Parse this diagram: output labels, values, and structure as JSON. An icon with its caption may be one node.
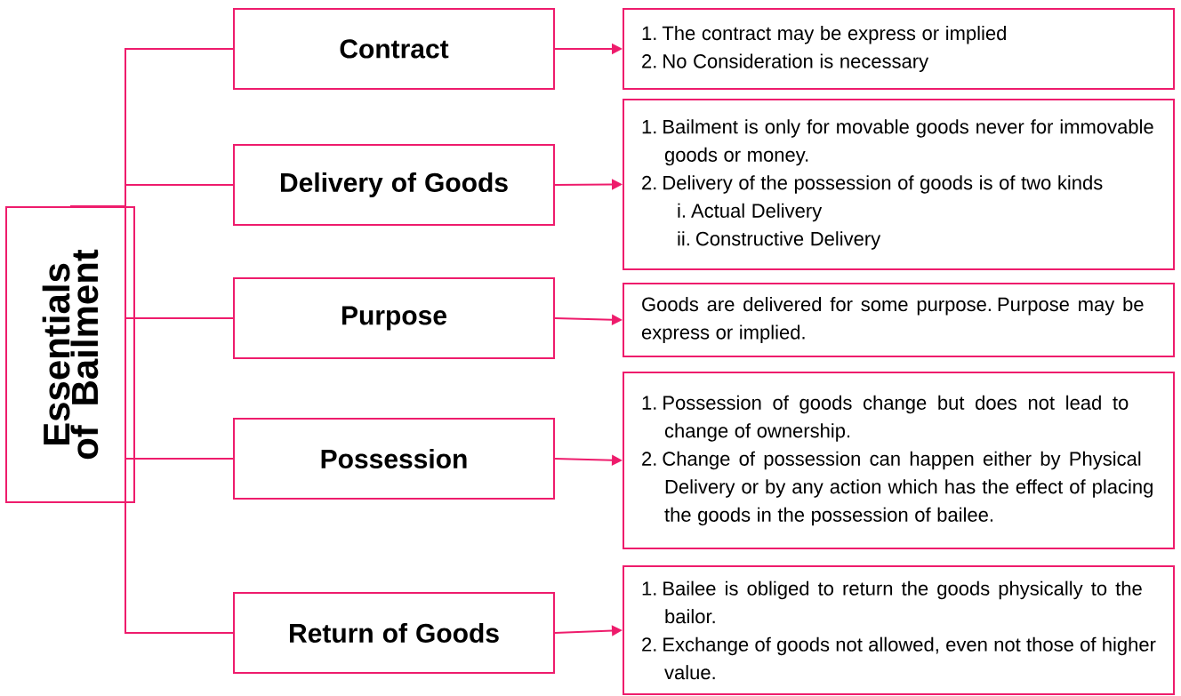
{
  "diagram": {
    "nodes": [
      {
        "text": [
          "Essentials of Bailment"
        ]
      },
      {
        "text": [
          "Contract"
        ]
      },
      {
        "text": [
          "1. The contract may be express or implied",
          "2. No Consideration is necessary"
        ]
      },
      {
        "text": [
          "Delivery of Goods"
        ]
      },
      {
        "text": [
          "1. Bailment is only for movable goods never for immovable goods or money.",
          "2. Delivery of the possession of goods is of two kinds",
          "i. Actual Delivery",
          "ii. Constructive Delivery"
        ]
      },
      {
        "text": [
          "Purpose"
        ]
      },
      {
        "text": [
          "Goods are delivered for some purpose. Purpose may be express or implied."
        ]
      },
      {
        "text": [
          "Possession"
        ]
      },
      {
        "text": [
          "1. Possession of goods change but does not lead to change of ownership.",
          "2. Change of possession can happen either by Physical Delivery or by any action which has the effect of placing the goods in the possession of bailee."
        ]
      },
      {
        "text": [
          "Return of Goods"
        ]
      },
      {
        "text": [
          "1. Bailee is obliged to return the goods physically to the bailor.",
          "2. Exchange of goods not allowed, even not those of higher value."
        ]
      }
    ],
    "edges": [
      {
        "from": 0,
        "to": 1,
        "arrow": "none"
      },
      {
        "from": 0,
        "to": 3,
        "arrow": "none"
      },
      {
        "from": 0,
        "to": 5,
        "arrow": "none"
      },
      {
        "from": 0,
        "to": 7,
        "arrow": "none"
      },
      {
        "from": 0,
        "to": 9,
        "arrow": "none"
      },
      {
        "from": 1,
        "to": 2,
        "arrow": "to"
      },
      {
        "from": 3,
        "to": 4,
        "arrow": "to"
      },
      {
        "from": 5,
        "to": 6,
        "arrow": "to"
      },
      {
        "from": 7,
        "to": 8,
        "arrow": "to"
      },
      {
        "from": 9,
        "to": 10,
        "arrow": "to"
      }
    ]
  }
}
